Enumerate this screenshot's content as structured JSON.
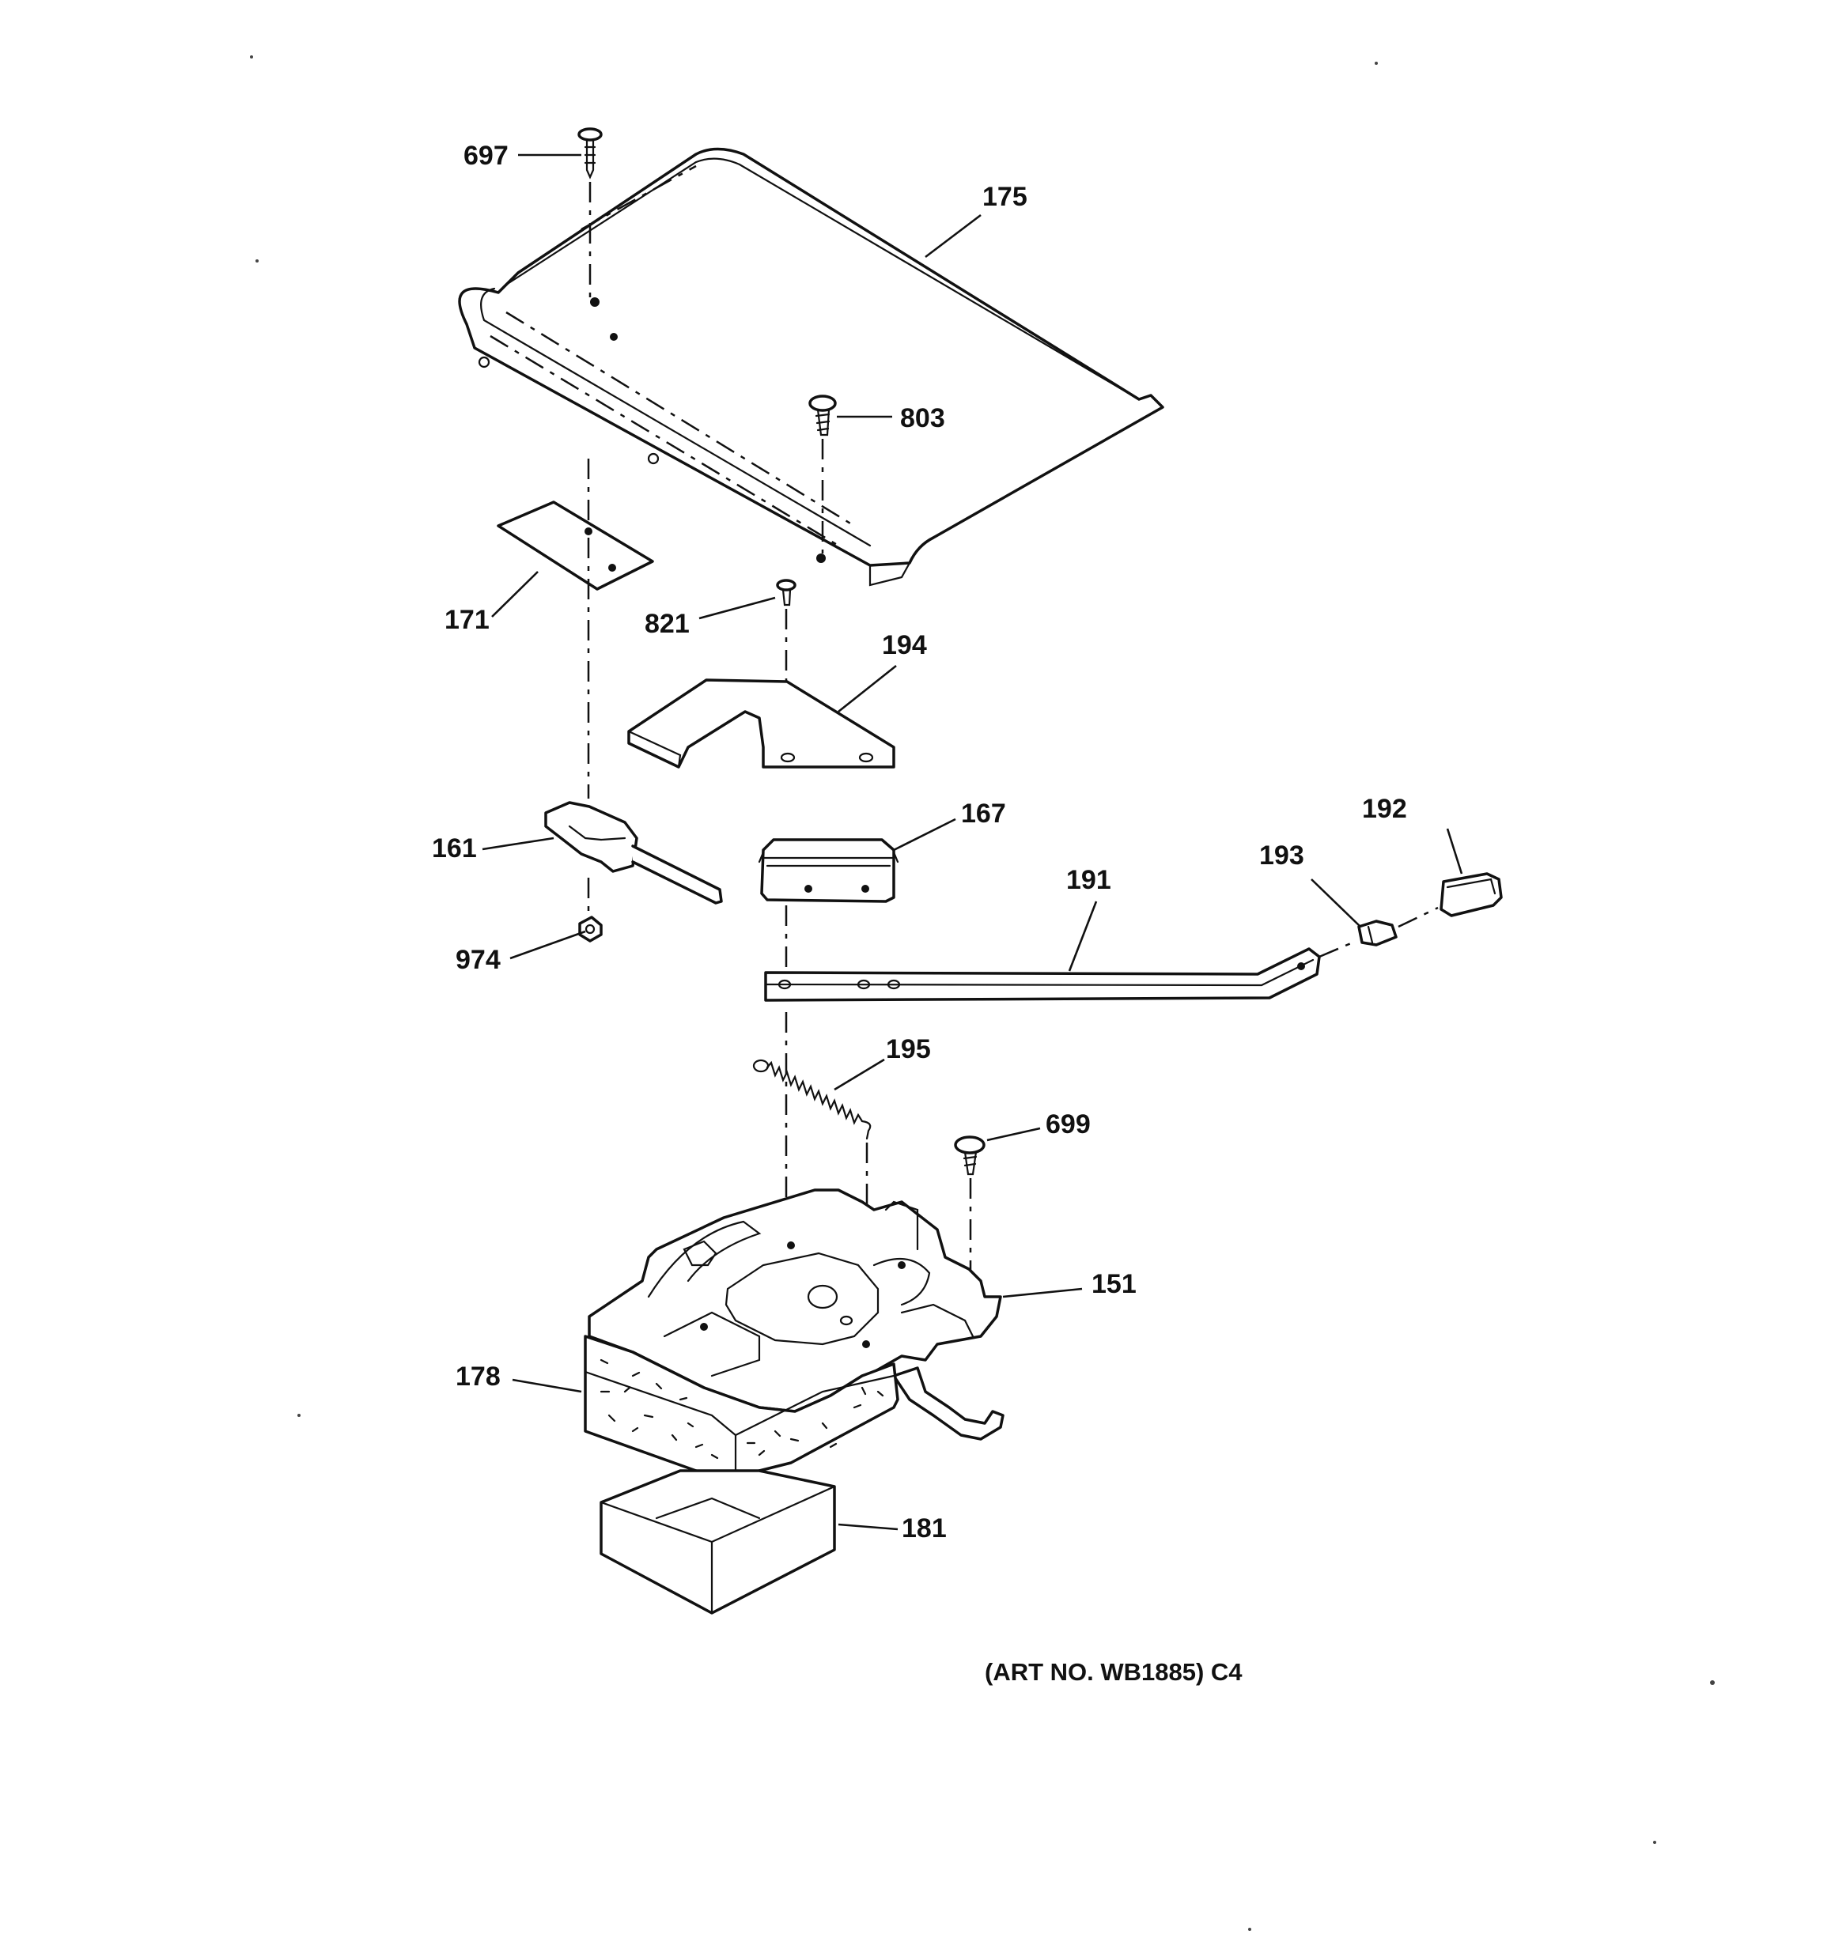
{
  "diagram": {
    "callouts": {
      "c697": "697",
      "c175": "175",
      "c803": "803",
      "c171": "171",
      "c821": "821",
      "c194": "194",
      "c161": "161",
      "c167": "167",
      "c192": "192",
      "c193": "193",
      "c191": "191",
      "c974": "974",
      "c195": "195",
      "c699": "699",
      "c151": "151",
      "c178": "178",
      "c181": "181"
    },
    "art_number": "(ART NO. WB1885) C4"
  }
}
